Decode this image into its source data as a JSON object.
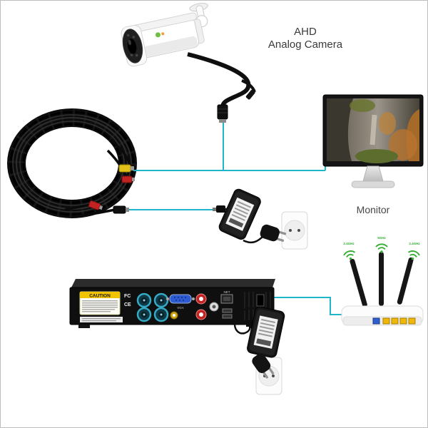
{
  "labels": {
    "camera_type": "AHD",
    "camera_subtitle": "Analog Camera",
    "monitor": "Monitor"
  },
  "dvr": {
    "caution": "CAUTION",
    "fcc_mark": "FC",
    "ce_mark": "CE",
    "vga": "VGA",
    "net": "NET"
  },
  "router": {
    "band_labels": [
      "2.4GHz",
      "5GHz",
      "2.4GHz"
    ]
  },
  "colors": {
    "connection_line": "#1fb6c9",
    "caution_yellow": "#f2c400",
    "bnc_yellow": "#e2c119",
    "rca_red": "#c22222",
    "wifi_green": "#2fae2f",
    "lan_port_yellow": "#efb70a"
  }
}
